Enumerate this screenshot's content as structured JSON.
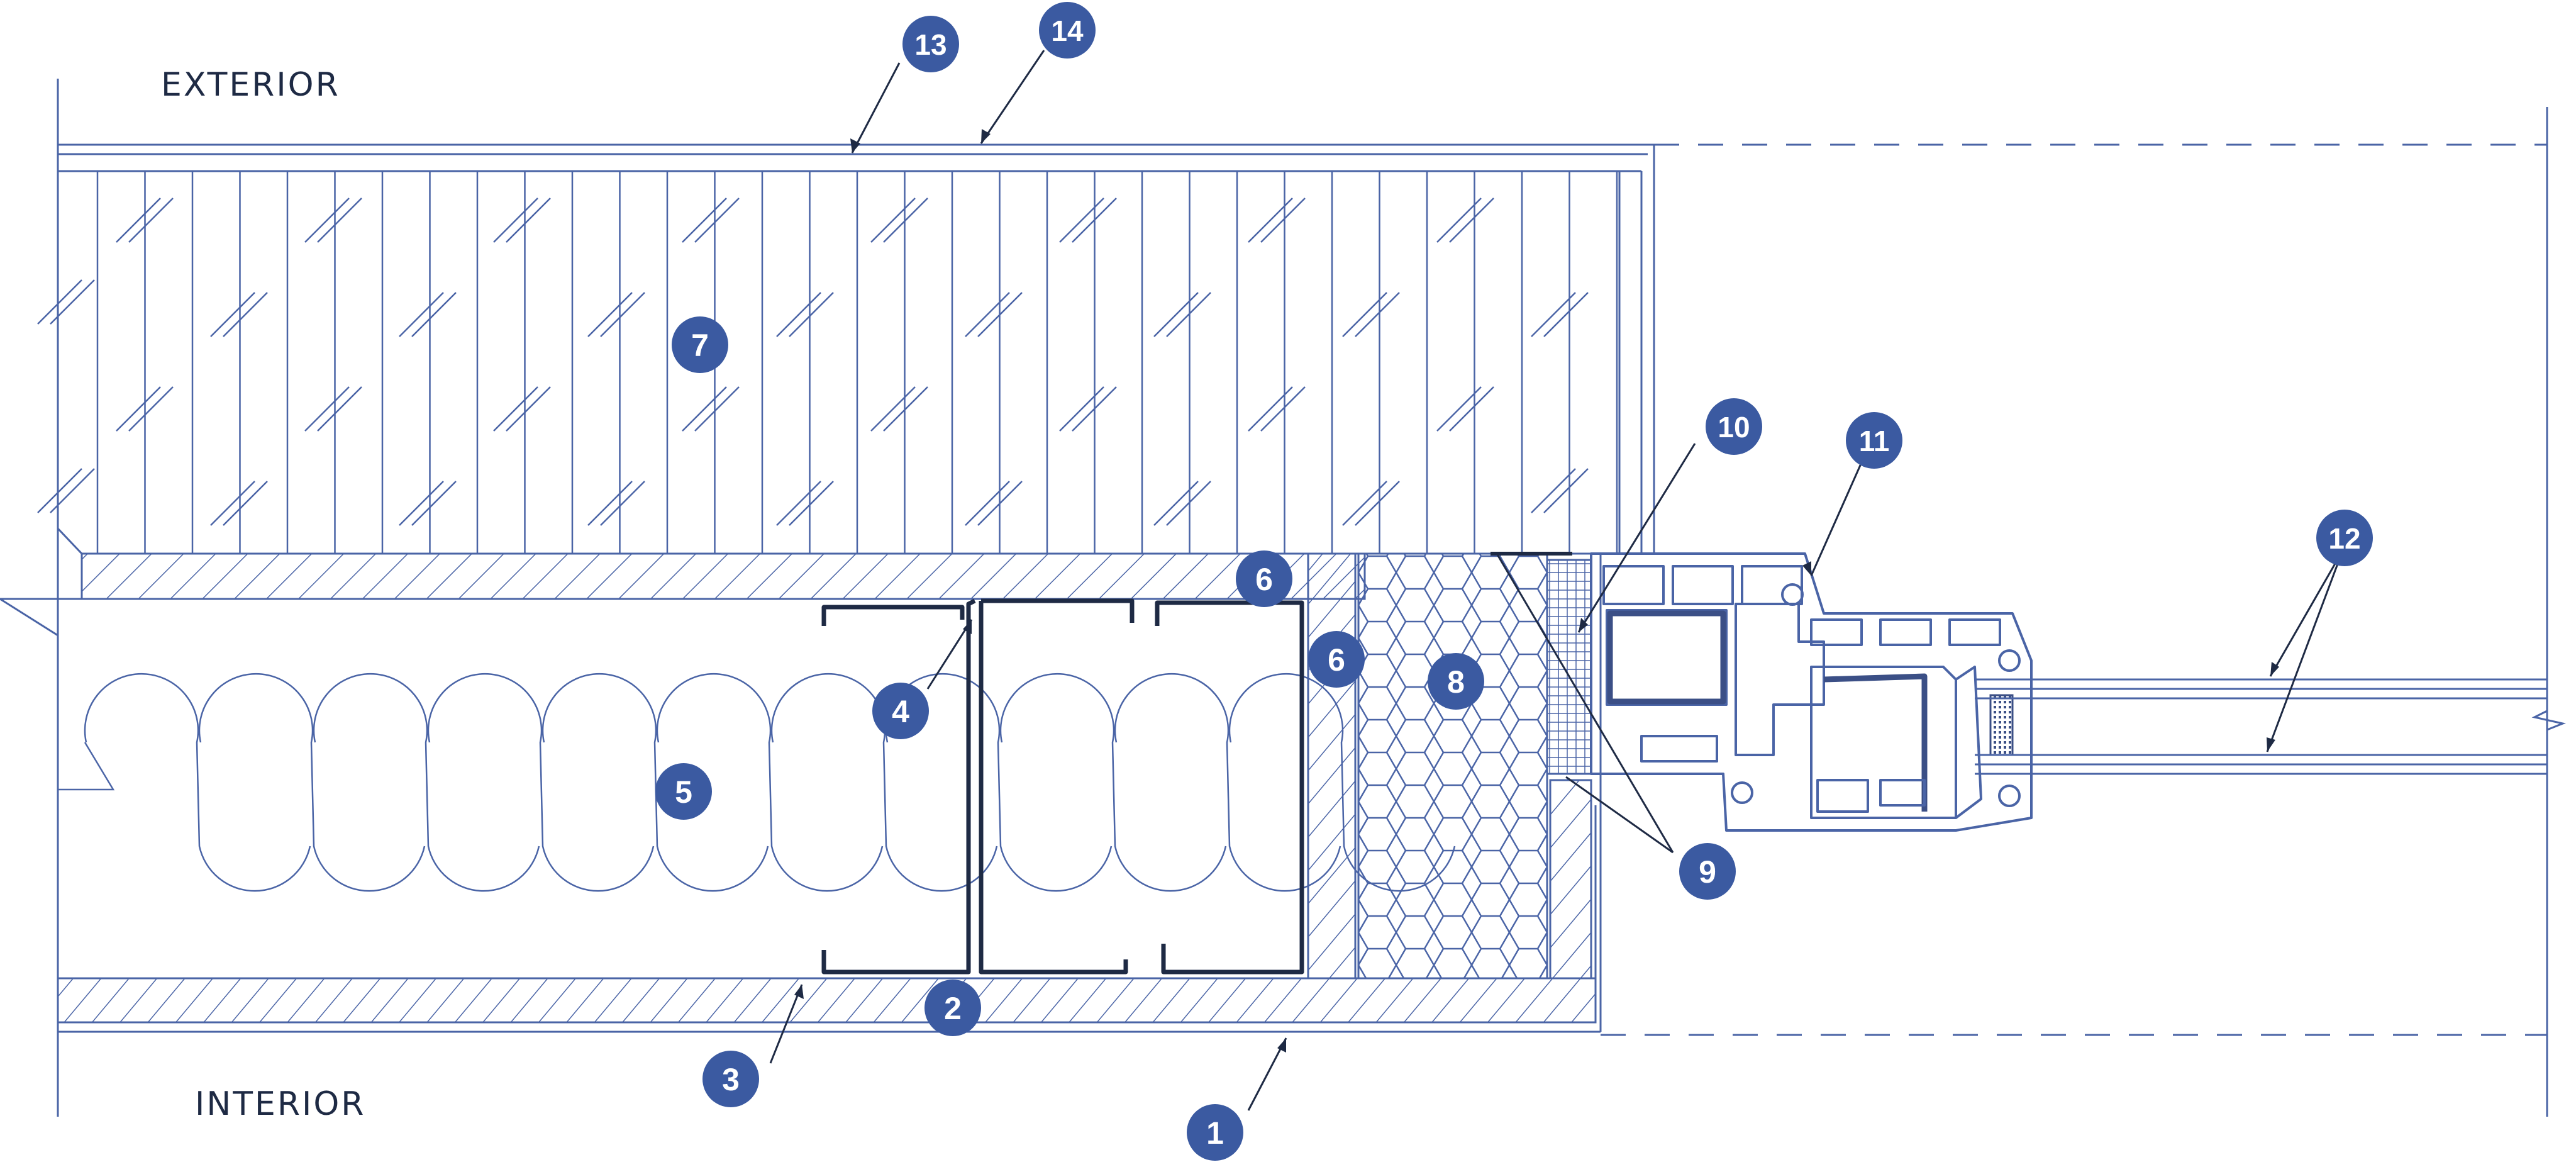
{
  "labels": {
    "exterior": "EXTERIOR",
    "interior": "INTERIOR"
  },
  "colors": {
    "line": "#4a64a6",
    "badge": "#3b5aa1",
    "badge_text": "#ffffff",
    "hatch": "#4a64a6",
    "text": "#1e2a44"
  },
  "callouts": [
    {
      "id": "1",
      "label": "1"
    },
    {
      "id": "2",
      "label": "2"
    },
    {
      "id": "3",
      "label": "3"
    },
    {
      "id": "4",
      "label": "4"
    },
    {
      "id": "5",
      "label": "5"
    },
    {
      "id": "6a",
      "label": "6"
    },
    {
      "id": "6b",
      "label": "6"
    },
    {
      "id": "7",
      "label": "7"
    },
    {
      "id": "8",
      "label": "8"
    },
    {
      "id": "9",
      "label": "9"
    },
    {
      "id": "10",
      "label": "10"
    },
    {
      "id": "11",
      "label": "11"
    },
    {
      "id": "12",
      "label": "12"
    },
    {
      "id": "13",
      "label": "13"
    },
    {
      "id": "14",
      "label": "14"
    }
  ]
}
